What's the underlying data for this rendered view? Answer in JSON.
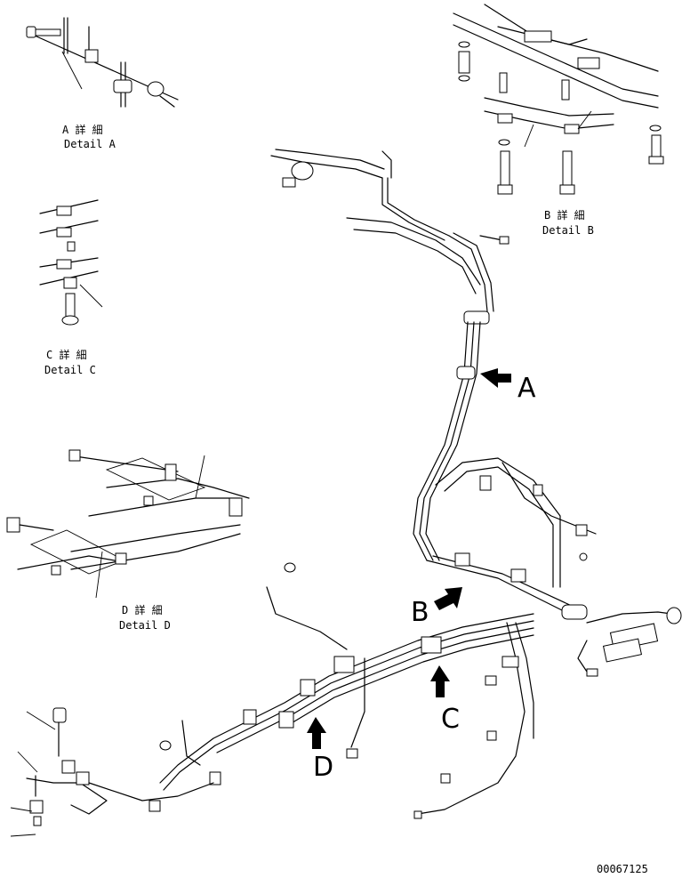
{
  "details": {
    "a": {
      "title": "A 詳 細",
      "caption": "Detail A"
    },
    "b": {
      "title": "B 詳 細",
      "caption": "Detail B"
    },
    "c": {
      "title": "C 詳 細",
      "caption": "Detail C"
    },
    "d": {
      "title": "D 詳 細",
      "caption": "Detail D"
    }
  },
  "views": {
    "a": "A",
    "b": "B",
    "c": "C",
    "d": "D"
  },
  "drawing_number": "00067125"
}
